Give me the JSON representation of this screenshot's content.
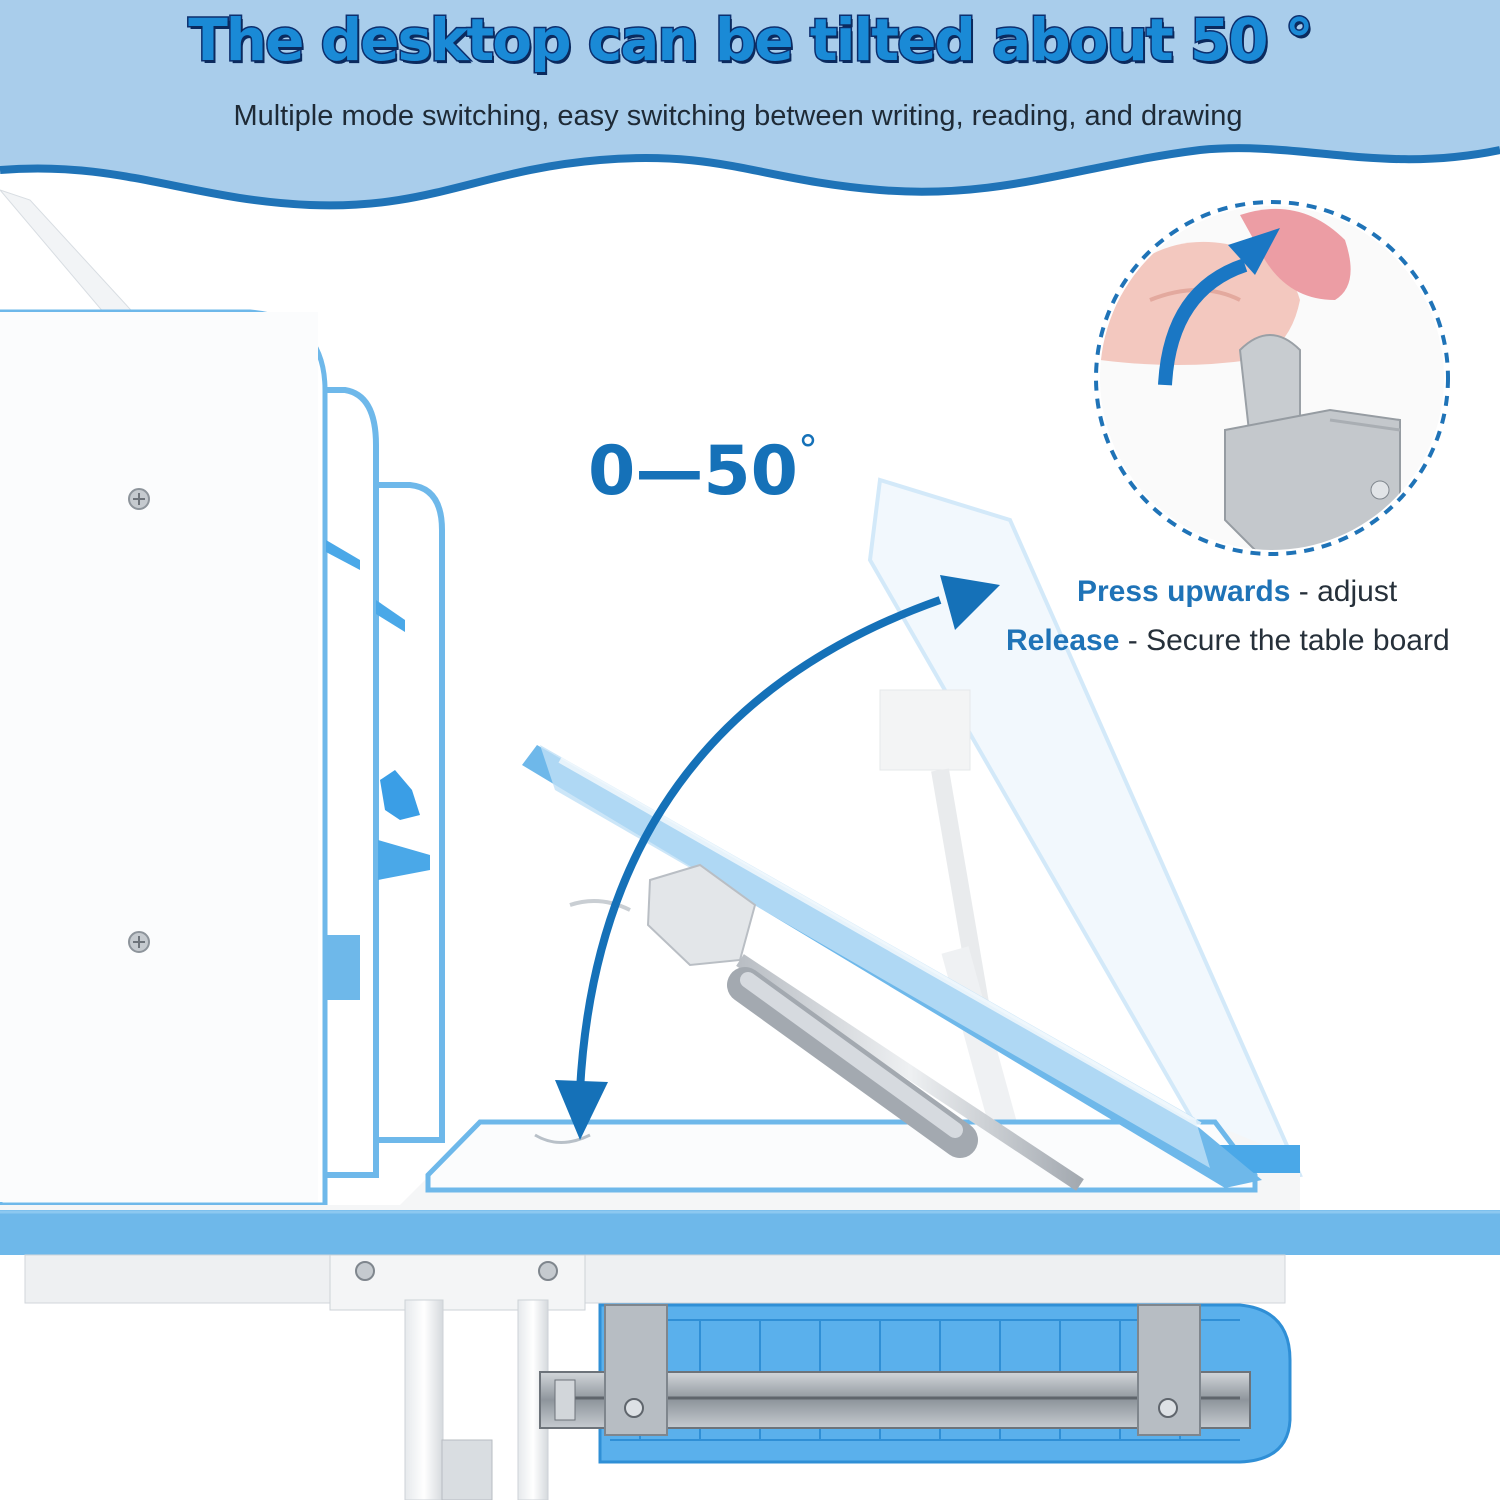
{
  "banner": {
    "title": "The desktop can be tilted about 50 °",
    "subtitle": "Multiple mode switching, easy switching between writing, reading, and drawing"
  },
  "angle": {
    "range_text": "0—50",
    "degree_symbol": "°"
  },
  "instructions": [
    {
      "action": "Press upwards",
      "separator": " - ",
      "result": "adjust"
    },
    {
      "action": "Release",
      "separator": " - ",
      "result": "Secure the table board"
    }
  ],
  "colors": {
    "accent_blue": "#1f73b7",
    "banner_blue": "#a9cdeb",
    "desk_edge_blue": "#6eb8ea",
    "title_fill": "#1a8ad6",
    "title_outline": "#0d2f6e"
  },
  "icons": {
    "curved_arrow": "double-headed-arc-arrow",
    "inset_arrow": "curved-up-arrow"
  }
}
